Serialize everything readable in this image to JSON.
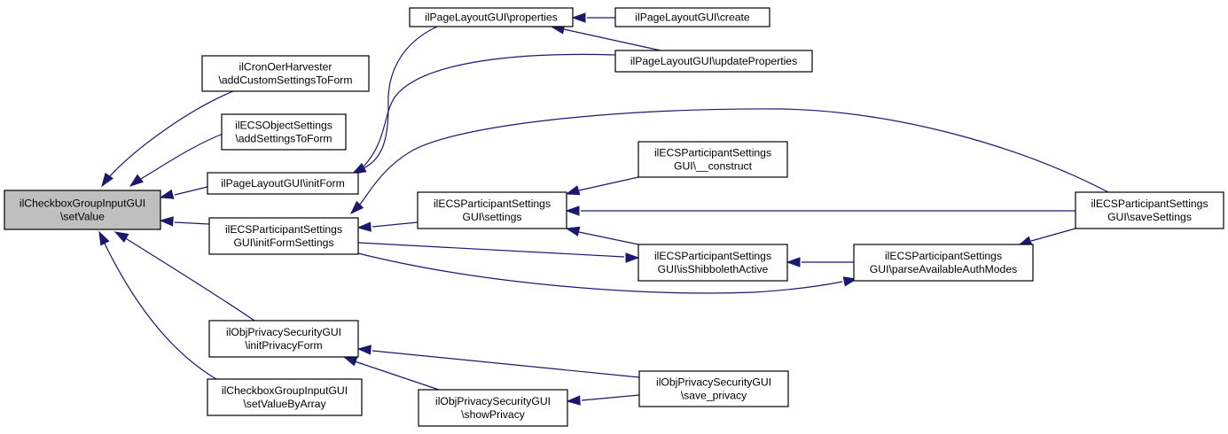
{
  "diagram": {
    "type": "call-graph",
    "title": "ilCheckboxGroupInputGUI\\setValue caller graph",
    "colors": {
      "edge": "#191970",
      "root_fill": "#bfbfbf",
      "node_fill": "#ffffff",
      "border": "#000000"
    },
    "nodes": [
      {
        "id": "setValue",
        "root": true,
        "lines": [
          "ilCheckboxGroupInputGUI",
          "\\setValue"
        ]
      },
      {
        "id": "cronOer",
        "lines": [
          "ilCronOerHarvester",
          "\\addCustomSettingsToForm"
        ]
      },
      {
        "id": "ecsObj",
        "lines": [
          "ilECSObjectSettings",
          "\\addSettingsToForm"
        ]
      },
      {
        "id": "plInitForm",
        "lines": [
          "ilPageLayoutGUI\\initForm"
        ]
      },
      {
        "id": "ecsInitForm",
        "lines": [
          "ilECSParticipantSettings",
          "GUI\\initFormSettings"
        ]
      },
      {
        "id": "privInitForm",
        "lines": [
          "ilObjPrivacySecurityGUI",
          "\\initPrivacyForm"
        ]
      },
      {
        "id": "setValueByArray",
        "lines": [
          "ilCheckboxGroupInputGUI",
          "\\setValueByArray"
        ]
      },
      {
        "id": "plProperties",
        "lines": [
          "ilPageLayoutGUI\\properties"
        ]
      },
      {
        "id": "plCreate",
        "lines": [
          "ilPageLayoutGUI\\create"
        ]
      },
      {
        "id": "plUpdateProps",
        "lines": [
          "ilPageLayoutGUI\\updateProperties"
        ]
      },
      {
        "id": "ecsSettings",
        "lines": [
          "ilECSParticipantSettings",
          "GUI\\settings"
        ]
      },
      {
        "id": "ecsConstruct",
        "lines": [
          "ilECSParticipantSettings",
          "GUI\\__construct"
        ]
      },
      {
        "id": "ecsShib",
        "lines": [
          "ilECSParticipantSettings",
          "GUI\\isShibbolethActive"
        ]
      },
      {
        "id": "ecsParse",
        "lines": [
          "ilECSParticipantSettings",
          "GUI\\parseAvailableAuthModes"
        ]
      },
      {
        "id": "ecsSave",
        "lines": [
          "ilECSParticipantSettings",
          "GUI\\saveSettings"
        ]
      },
      {
        "id": "privShow",
        "lines": [
          "ilObjPrivacySecurityGUI",
          "\\showPrivacy"
        ]
      },
      {
        "id": "privSave",
        "lines": [
          "ilObjPrivacySecurityGUI",
          "\\save_privacy"
        ]
      }
    ],
    "edges": [
      {
        "from": "cronOer",
        "to": "setValue"
      },
      {
        "from": "ecsObj",
        "to": "setValue"
      },
      {
        "from": "plInitForm",
        "to": "setValue"
      },
      {
        "from": "ecsInitForm",
        "to": "setValue"
      },
      {
        "from": "privInitForm",
        "to": "setValue"
      },
      {
        "from": "setValueByArray",
        "to": "setValue"
      },
      {
        "from": "plProperties",
        "to": "plInitForm"
      },
      {
        "from": "plUpdateProps",
        "to": "plInitForm"
      },
      {
        "from": "plCreate",
        "to": "plProperties"
      },
      {
        "from": "plUpdateProps",
        "to": "plProperties"
      },
      {
        "from": "ecsSettings",
        "to": "ecsInitForm"
      },
      {
        "from": "ecsSave",
        "to": "ecsInitForm"
      },
      {
        "from": "ecsConstruct",
        "to": "ecsSettings"
      },
      {
        "from": "ecsSave",
        "to": "ecsSettings"
      },
      {
        "from": "ecsShib",
        "to": "ecsSettings"
      },
      {
        "from": "ecsInitForm",
        "to": "ecsShib"
      },
      {
        "from": "ecsParse",
        "to": "ecsShib"
      },
      {
        "from": "ecsInitForm",
        "to": "ecsParse"
      },
      {
        "from": "ecsSave",
        "to": "ecsParse"
      },
      {
        "from": "privSave",
        "to": "privInitForm"
      },
      {
        "from": "privShow",
        "to": "privInitForm"
      },
      {
        "from": "privSave",
        "to": "privShow"
      }
    ]
  }
}
